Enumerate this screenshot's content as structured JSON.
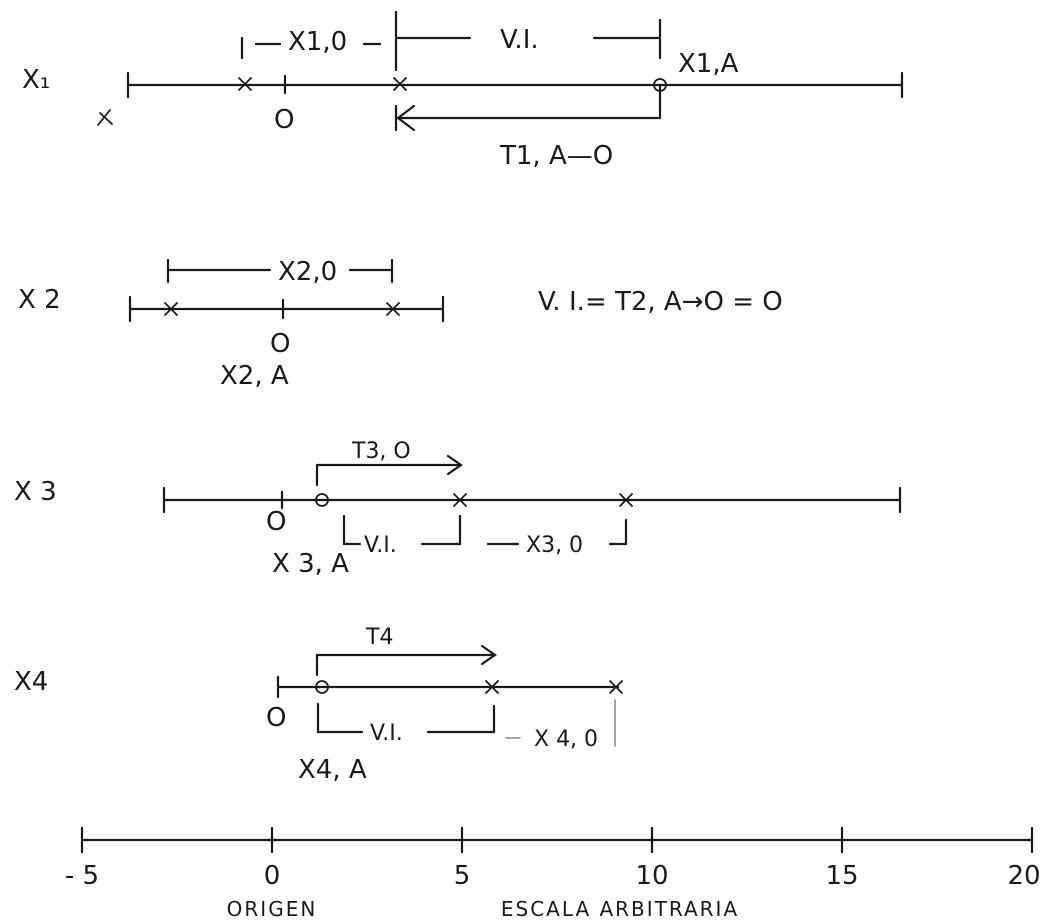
{
  "rows": [
    {
      "name": "X₁",
      "labels": {
        "bracket_top_left": "X1,0",
        "bracket_top_right": "V.I.",
        "point_a": "X1,A",
        "zero": "O",
        "arrow": "T1, A—O"
      }
    },
    {
      "name": "X 2",
      "labels": {
        "bracket_top": "X2,0",
        "zero": "O",
        "point_a": "X2, A",
        "equation": "V. I.= T2, A→O = O"
      }
    },
    {
      "name": "X 3",
      "labels": {
        "arrow": "T3, O",
        "zero": "O",
        "point_a": "X 3, A",
        "bracket_vi": "V.I.",
        "bracket_x0": "X3, 0"
      }
    },
    {
      "name": "X4",
      "labels": {
        "arrow": "T4",
        "zero": "O",
        "point_a": "X4, A",
        "bracket_vi": "V.I.",
        "bracket_x0": "X 4, 0"
      }
    }
  ],
  "axis": {
    "ticks": [
      "- 5",
      "0",
      "5",
      "10",
      "15",
      "20"
    ],
    "origin_label": "ORIGEN",
    "scale_label": "ESCALA ARBITRARIA"
  }
}
